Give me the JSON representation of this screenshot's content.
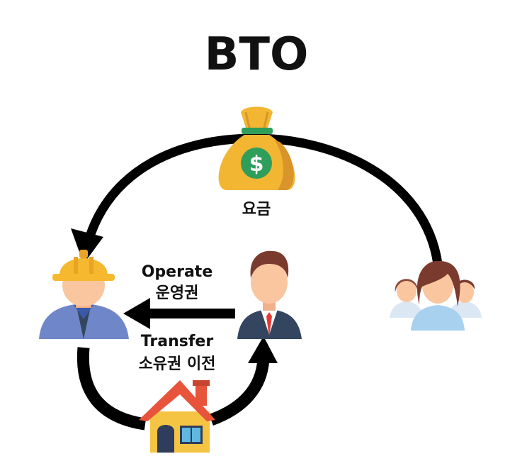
{
  "title": "BTO",
  "money_label": "요금",
  "operate": {
    "en": "Operate",
    "ko": "운영권"
  },
  "transfer": {
    "en": "Transfer",
    "ko": "소유권 이전"
  },
  "icons": {
    "money": "money-bag-icon",
    "constructor": "construction-worker-icon",
    "government": "businessman-icon",
    "users": "people-group-icon",
    "facility": "house-icon"
  },
  "colors": {
    "arrow": "#000000",
    "bag": "#f2b632",
    "bag_shade": "#d9952a",
    "dollar": "#2e9e5a",
    "helmet": "#f5b82e",
    "shirt": "#6f86c8",
    "suit": "#34455f",
    "tie": "#e53935",
    "roof": "#e8533c",
    "house_wall": "#f5c443",
    "door": "#2f3c5c",
    "window": "#60b8e0",
    "skin": "#f9c6a0",
    "hair_brown": "#7a3a2e"
  }
}
